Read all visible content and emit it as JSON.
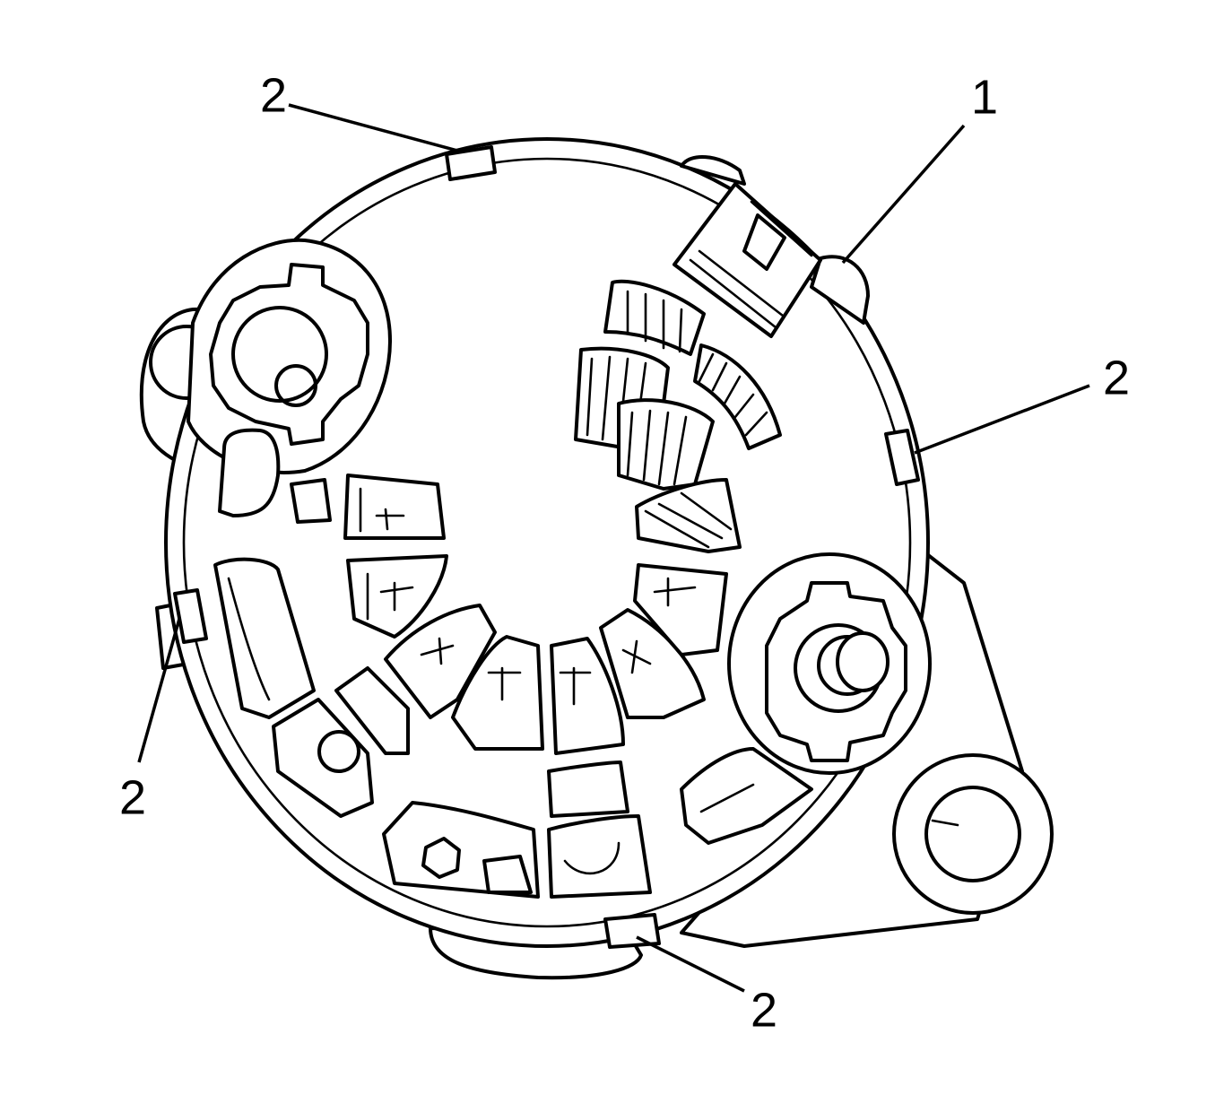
{
  "figure": {
    "callouts": [
      {
        "id": "c1",
        "label": "1"
      },
      {
        "id": "c2a",
        "label": "2"
      },
      {
        "id": "c2b",
        "label": "2"
      },
      {
        "id": "c2c",
        "label": "2"
      },
      {
        "id": "c2d",
        "label": "2"
      }
    ],
    "colors": {
      "ink": "#000000",
      "paper": "#ffffff"
    }
  }
}
